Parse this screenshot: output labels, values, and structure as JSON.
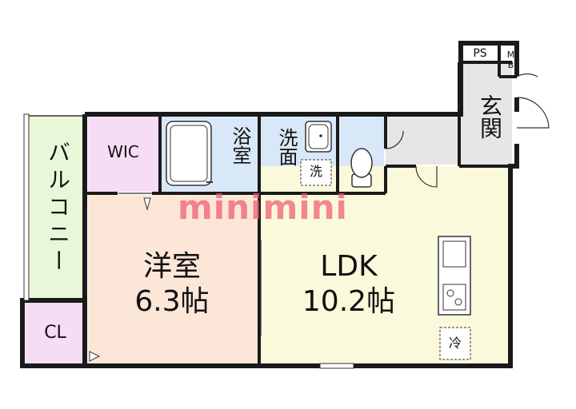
{
  "rooms": {
    "balcony": "バルコニー",
    "wic": "WIC",
    "bath": "浴室",
    "washroom": "洗面",
    "washer": "洗",
    "entrance": "玄関",
    "ps": "PS",
    "mb": "MB",
    "western_room": {
      "name": "洋室",
      "size": "6.3帖"
    },
    "ldk": {
      "name": "LDK",
      "size": "10.2帖"
    },
    "closet": "CL",
    "fridge": "冷"
  },
  "watermark": "minimini",
  "colors": {
    "wall": "#1a1a1a",
    "balcony_fill": "#e8f7d8",
    "wic_fill": "#f7dcf5",
    "bath_fill": "#d8e8f8",
    "western_fill": "#fce6d8",
    "ldk_fill": "#fbf9dc",
    "entrance_fill": "#e6e6e6",
    "watermark": "#ee5a6e"
  }
}
